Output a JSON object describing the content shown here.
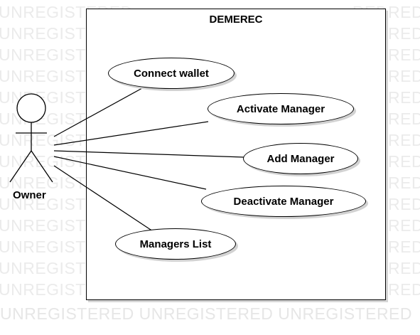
{
  "watermark": {
    "text": "UNREGISTERED",
    "bottom_text": "UNREGISTERED UNREGISTERED UNREGISTERED"
  },
  "diagram": {
    "system_name": "DEMEREC",
    "actor": {
      "label": "Owner"
    },
    "use_cases": [
      {
        "id": "connect-wallet",
        "label": "Connect wallet"
      },
      {
        "id": "activate-manager",
        "label": "Activate Manager"
      },
      {
        "id": "add-manager",
        "label": "Add Manager"
      },
      {
        "id": "deactivate-manager",
        "label": "Deactivate Manager"
      },
      {
        "id": "managers-list",
        "label": "Managers List"
      }
    ]
  }
}
